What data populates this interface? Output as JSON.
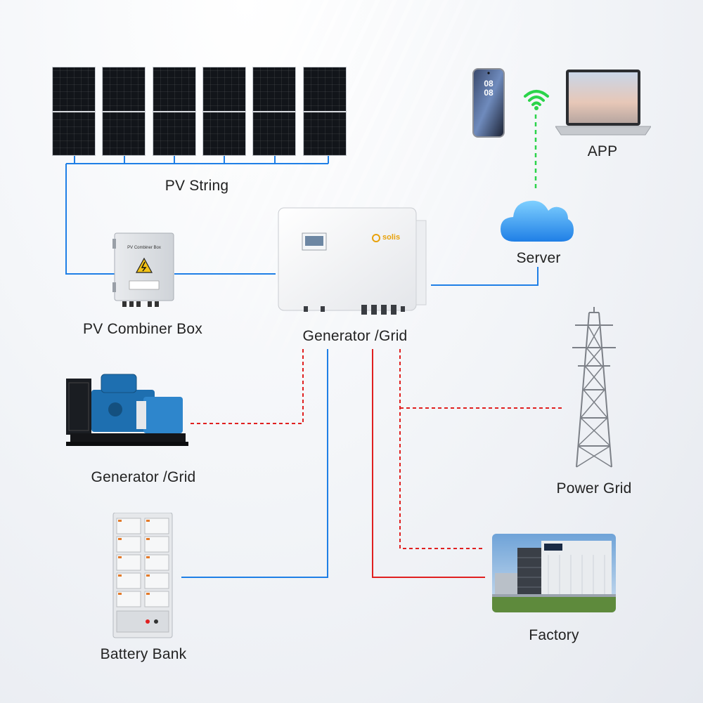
{
  "labels": {
    "pv_string": "PV String",
    "pv_combiner_box": "PV Combiner Box",
    "inverter": "Generator /Grid",
    "generator": "Generator /Grid",
    "battery_bank": "Battery Bank",
    "app": "APP",
    "server": "Server",
    "power_grid": "Power Grid",
    "factory": "Factory"
  },
  "device_text": {
    "combiner_box_title": "PV Combiner Box",
    "inverter_brand": "solis",
    "phone_time": "08\n08"
  },
  "connections": [
    {
      "from": "PV String",
      "to": "PV Combiner Box",
      "style": "solid",
      "color": "#1f7fe6"
    },
    {
      "from": "PV Combiner Box",
      "to": "Inverter",
      "style": "solid",
      "color": "#1f7fe6"
    },
    {
      "from": "Inverter",
      "to": "Server",
      "style": "solid",
      "color": "#1f7fe6"
    },
    {
      "from": "Server",
      "to": "APP",
      "style": "dashed",
      "color": "#2bd44a"
    },
    {
      "from": "Inverter",
      "to": "Generator",
      "style": "dashed",
      "color": "#e02020"
    },
    {
      "from": "Inverter",
      "to": "Battery Bank",
      "style": "solid",
      "color": "#1f7fe6"
    },
    {
      "from": "Inverter",
      "to": "Power Grid",
      "style": "dashed",
      "color": "#e02020"
    },
    {
      "from": "Inverter",
      "to": "Factory",
      "style": "dashed",
      "color": "#e02020"
    },
    {
      "from": "Inverter",
      "to": "Factory",
      "style": "solid",
      "color": "#e02020"
    }
  ],
  "colors": {
    "dc_line": "#1f7fe6",
    "ac_line": "#e02020",
    "wifi": "#2bd44a"
  },
  "icons": [
    "solar-panel-icon",
    "combiner-box-icon",
    "inverter-icon",
    "diesel-generator-icon",
    "battery-rack-icon",
    "smartphone-icon",
    "laptop-icon",
    "wifi-icon",
    "cloud-icon",
    "transmission-tower-icon",
    "factory-building-icon"
  ]
}
